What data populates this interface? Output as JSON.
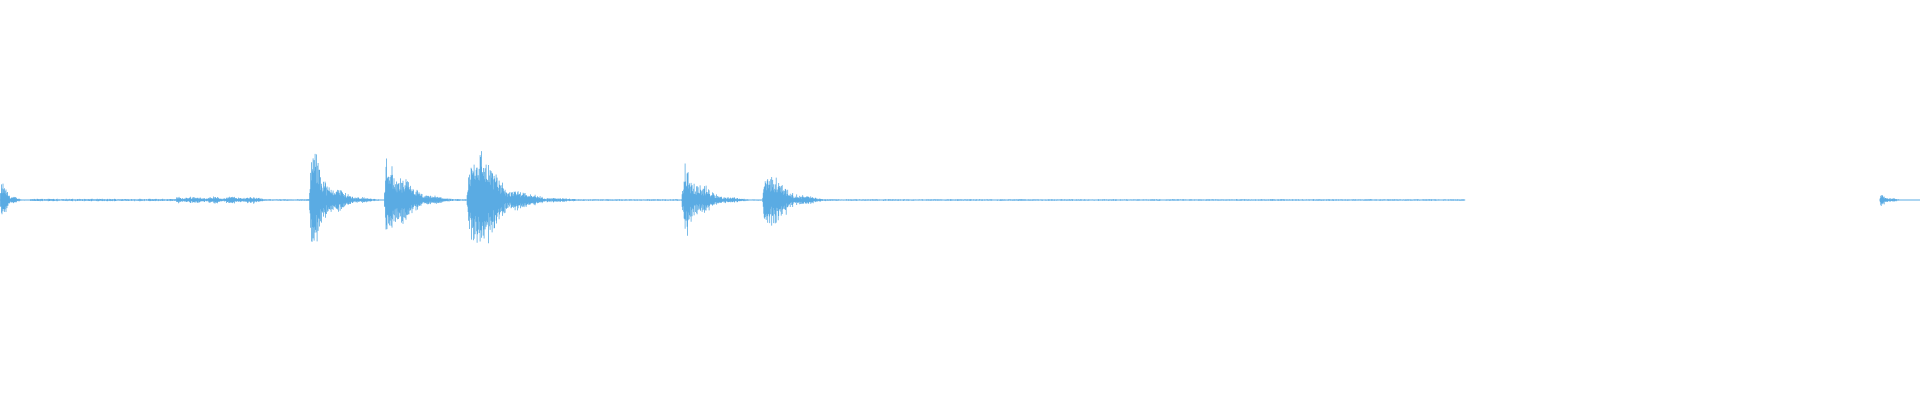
{
  "waveform": {
    "color": "#5aabe3",
    "background": "#ffffff",
    "segments": [
      {
        "start": 0.0,
        "end": 0.016,
        "peak": 0.1,
        "type": "burst"
      },
      {
        "start": 0.016,
        "end": 0.092,
        "peak": 0.004,
        "type": "silence"
      },
      {
        "start": 0.092,
        "end": 0.137,
        "peak": 0.012,
        "type": "noise"
      },
      {
        "start": 0.137,
        "end": 0.161,
        "peak": 0.003,
        "type": "silence"
      },
      {
        "start": 0.161,
        "end": 0.2,
        "peak": 0.25,
        "type": "burst"
      },
      {
        "start": 0.2,
        "end": 0.243,
        "peak": 0.24,
        "type": "burst"
      },
      {
        "start": 0.243,
        "end": 0.3,
        "peak": 0.34,
        "type": "burst"
      },
      {
        "start": 0.3,
        "end": 0.355,
        "peak": 0.003,
        "type": "silence"
      },
      {
        "start": 0.355,
        "end": 0.397,
        "peak": 0.18,
        "type": "burst"
      },
      {
        "start": 0.397,
        "end": 0.44,
        "peak": 0.18,
        "type": "burst"
      },
      {
        "start": 0.44,
        "end": 0.763,
        "peak": 0.003,
        "type": "silence"
      },
      {
        "start": 0.979,
        "end": 1.0,
        "peak": 0.03,
        "type": "burst"
      }
    ]
  }
}
